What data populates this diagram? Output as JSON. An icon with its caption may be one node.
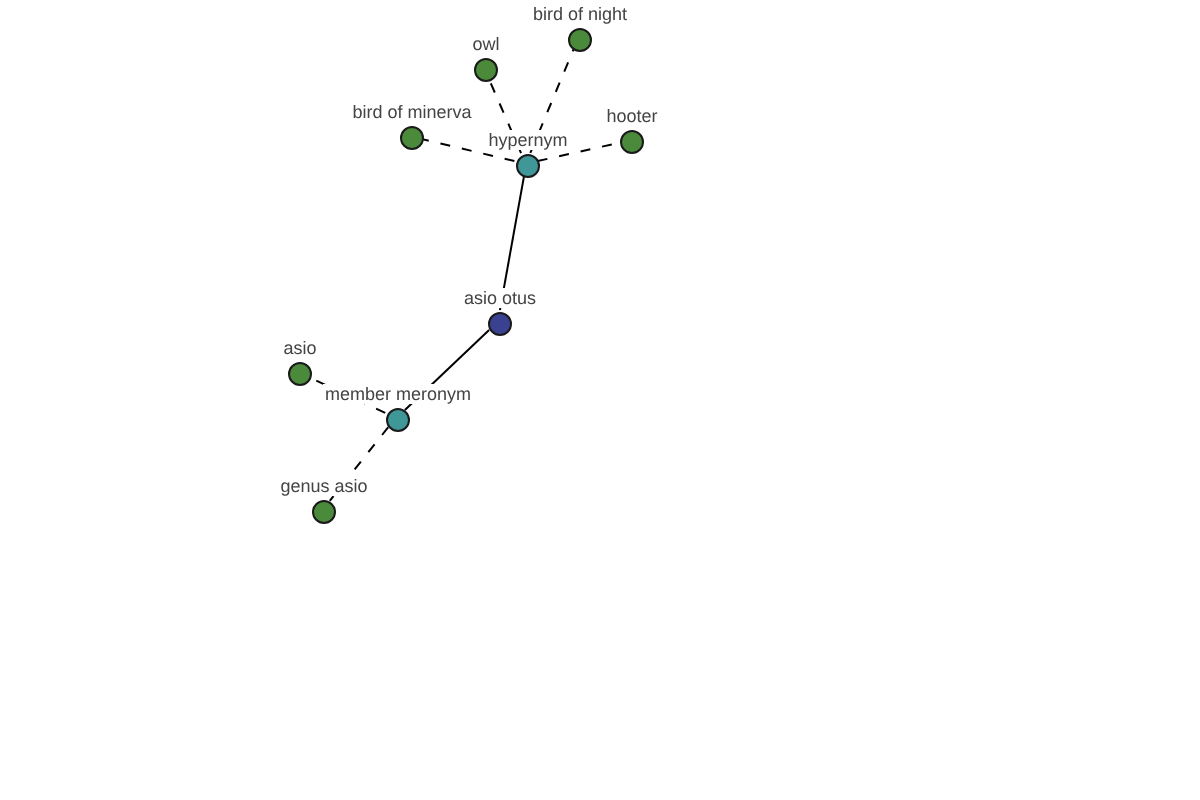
{
  "diagram": {
    "nodes": [
      {
        "text": [
          "asio otus"
        ]
      },
      {
        "text": [
          "hypernym"
        ]
      },
      {
        "text": [
          "member meronym"
        ]
      },
      {
        "text": [
          "owl"
        ]
      },
      {
        "text": [
          "bird of night"
        ]
      },
      {
        "text": [
          "bird of minerva"
        ]
      },
      {
        "text": [
          "hooter"
        ]
      },
      {
        "text": [
          "asio"
        ]
      },
      {
        "text": [
          "genus asio"
        ]
      }
    ],
    "edges": [
      {
        "from": 0,
        "to": 1,
        "arrow": "none"
      },
      {
        "from": 0,
        "to": 2,
        "arrow": "none"
      },
      {
        "from": 1,
        "to": 3,
        "arrow": "none",
        "style": "dashed"
      },
      {
        "from": 1,
        "to": 4,
        "arrow": "none",
        "style": "dashed"
      },
      {
        "from": 1,
        "to": 5,
        "arrow": "none",
        "style": "dashed"
      },
      {
        "from": 1,
        "to": 6,
        "arrow": "none",
        "style": "dashed"
      },
      {
        "from": 2,
        "to": 7,
        "arrow": "none",
        "style": "dashed"
      },
      {
        "from": 2,
        "to": 8,
        "arrow": "none",
        "style": "dashed"
      }
    ]
  }
}
